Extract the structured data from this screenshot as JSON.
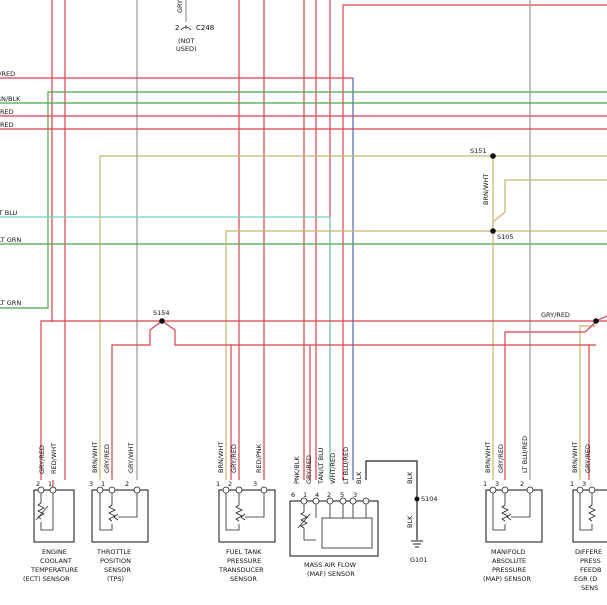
{
  "colors": {
    "red": "#d9414a",
    "gray": "#9a9a9a",
    "green": "#4aa84a",
    "tan": "#c9b46e",
    "blue": "#4f7fcf",
    "black": "#222222"
  },
  "top_connector": {
    "wire_label": "GRY",
    "pin": "2",
    "connector": "C248",
    "note_line1": "(NOT",
    "note_line2": "USED)"
  },
  "left_labels": {
    "ltblu_red": "LT BLU/RED",
    "brn_blk": "BRN/BLK",
    "red1": "RED",
    "red2": "RED",
    "ltblu": "LT BLU",
    "ltgrn": "LT GRN",
    "ltgrn2": "LT GRN"
  },
  "splices": {
    "s151": "S151",
    "s105": "S105",
    "s154": "S154",
    "s104": "S104",
    "ground": "G101"
  },
  "wire_labels": {
    "brn_wht_vertical": "BRN/WHT",
    "gry_red_right": "GRY/RED",
    "blk_upper": "BLK",
    "blk_lower": "BLK"
  },
  "sensors": [
    {
      "name_lines": [
        "ENGINE",
        "COOLANT",
        "TEMPERATURE",
        "(ECT) SENSOR"
      ],
      "pins": [
        {
          "num": "2",
          "wire": "GRY/RED"
        },
        {
          "num": "1",
          "wire": "RED/WHT"
        }
      ]
    },
    {
      "name_lines": [
        "THROTTLE",
        "POSITION",
        "SENSOR",
        "(TPS)"
      ],
      "pins": [
        {
          "num": "3",
          "wire": "BRN/WHT"
        },
        {
          "num": "1",
          "wire": "GRY/RED"
        },
        {
          "num": "2",
          "wire": "GRY/WHT"
        }
      ]
    },
    {
      "name_lines": [
        "FUEL TANK",
        "PRESSURE",
        "TRANSDUCER",
        "SENSOR"
      ],
      "pins": [
        {
          "num": "1",
          "wire": "BRN/WHT"
        },
        {
          "num": "2",
          "wire": "GRY/RED"
        },
        {
          "num": "3",
          "wire": "RED/PNK"
        }
      ]
    },
    {
      "name_lines": [
        "MASS AIR FLOW",
        "(MAF) SENSOR"
      ],
      "pins": [
        {
          "num": "6",
          "wire": "PNK/BLK"
        },
        {
          "num": "1",
          "wire": "GRY/RED"
        },
        {
          "num": "4",
          "wire": "TAN/LT BLU"
        },
        {
          "num": "2",
          "wire": "WHT/RED"
        },
        {
          "num": "5",
          "wire": "LT BLU/RED"
        },
        {
          "num": "3",
          "wire": "BLK"
        }
      ]
    },
    {
      "name_lines": [
        "MANIFOLD",
        "ABSOLUTE",
        "PRESSURE",
        "(MAP) SENSOR"
      ],
      "pins": [
        {
          "num": "1",
          "wire": "BRN/WHT"
        },
        {
          "num": "3",
          "wire": "GRY/RED"
        },
        {
          "num": "2",
          "wire": "LT BLU/RED"
        }
      ]
    },
    {
      "name_lines": [
        "DIFFERE",
        "PRESS",
        "FEEDB",
        "EGR (D",
        "SENS"
      ],
      "pins": [
        {
          "num": "1",
          "wire": "BRN/WHT"
        },
        {
          "num": "3",
          "wire": "GRY/RED"
        }
      ]
    }
  ]
}
